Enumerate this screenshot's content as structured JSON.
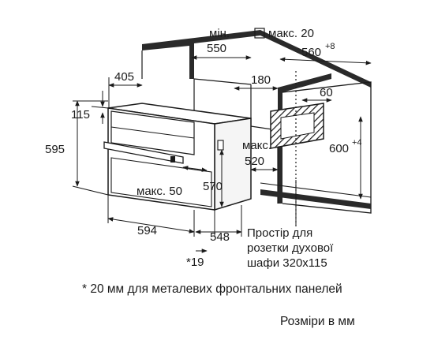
{
  "dimensions": {
    "min_label": "мін.",
    "d550": "550",
    "max20": "макс. 20",
    "d560": "560",
    "d560_sup": "+8",
    "d405": "405",
    "d180": "180",
    "d60": "60",
    "d115": "115",
    "d595": "595",
    "max_label": "макс.",
    "d520": "520",
    "d600": "600",
    "d600_sup": "+4",
    "max50": "макс. 50",
    "d570": "570",
    "d594": "594",
    "d548": "548",
    "d19": "*19"
  },
  "socket_note": [
    "Простір для",
    "розетки духової",
    "шафи 320x115"
  ],
  "footnote": "* 20 мм для металевих фронтальних панелей",
  "units_note": "Розміри в мм"
}
